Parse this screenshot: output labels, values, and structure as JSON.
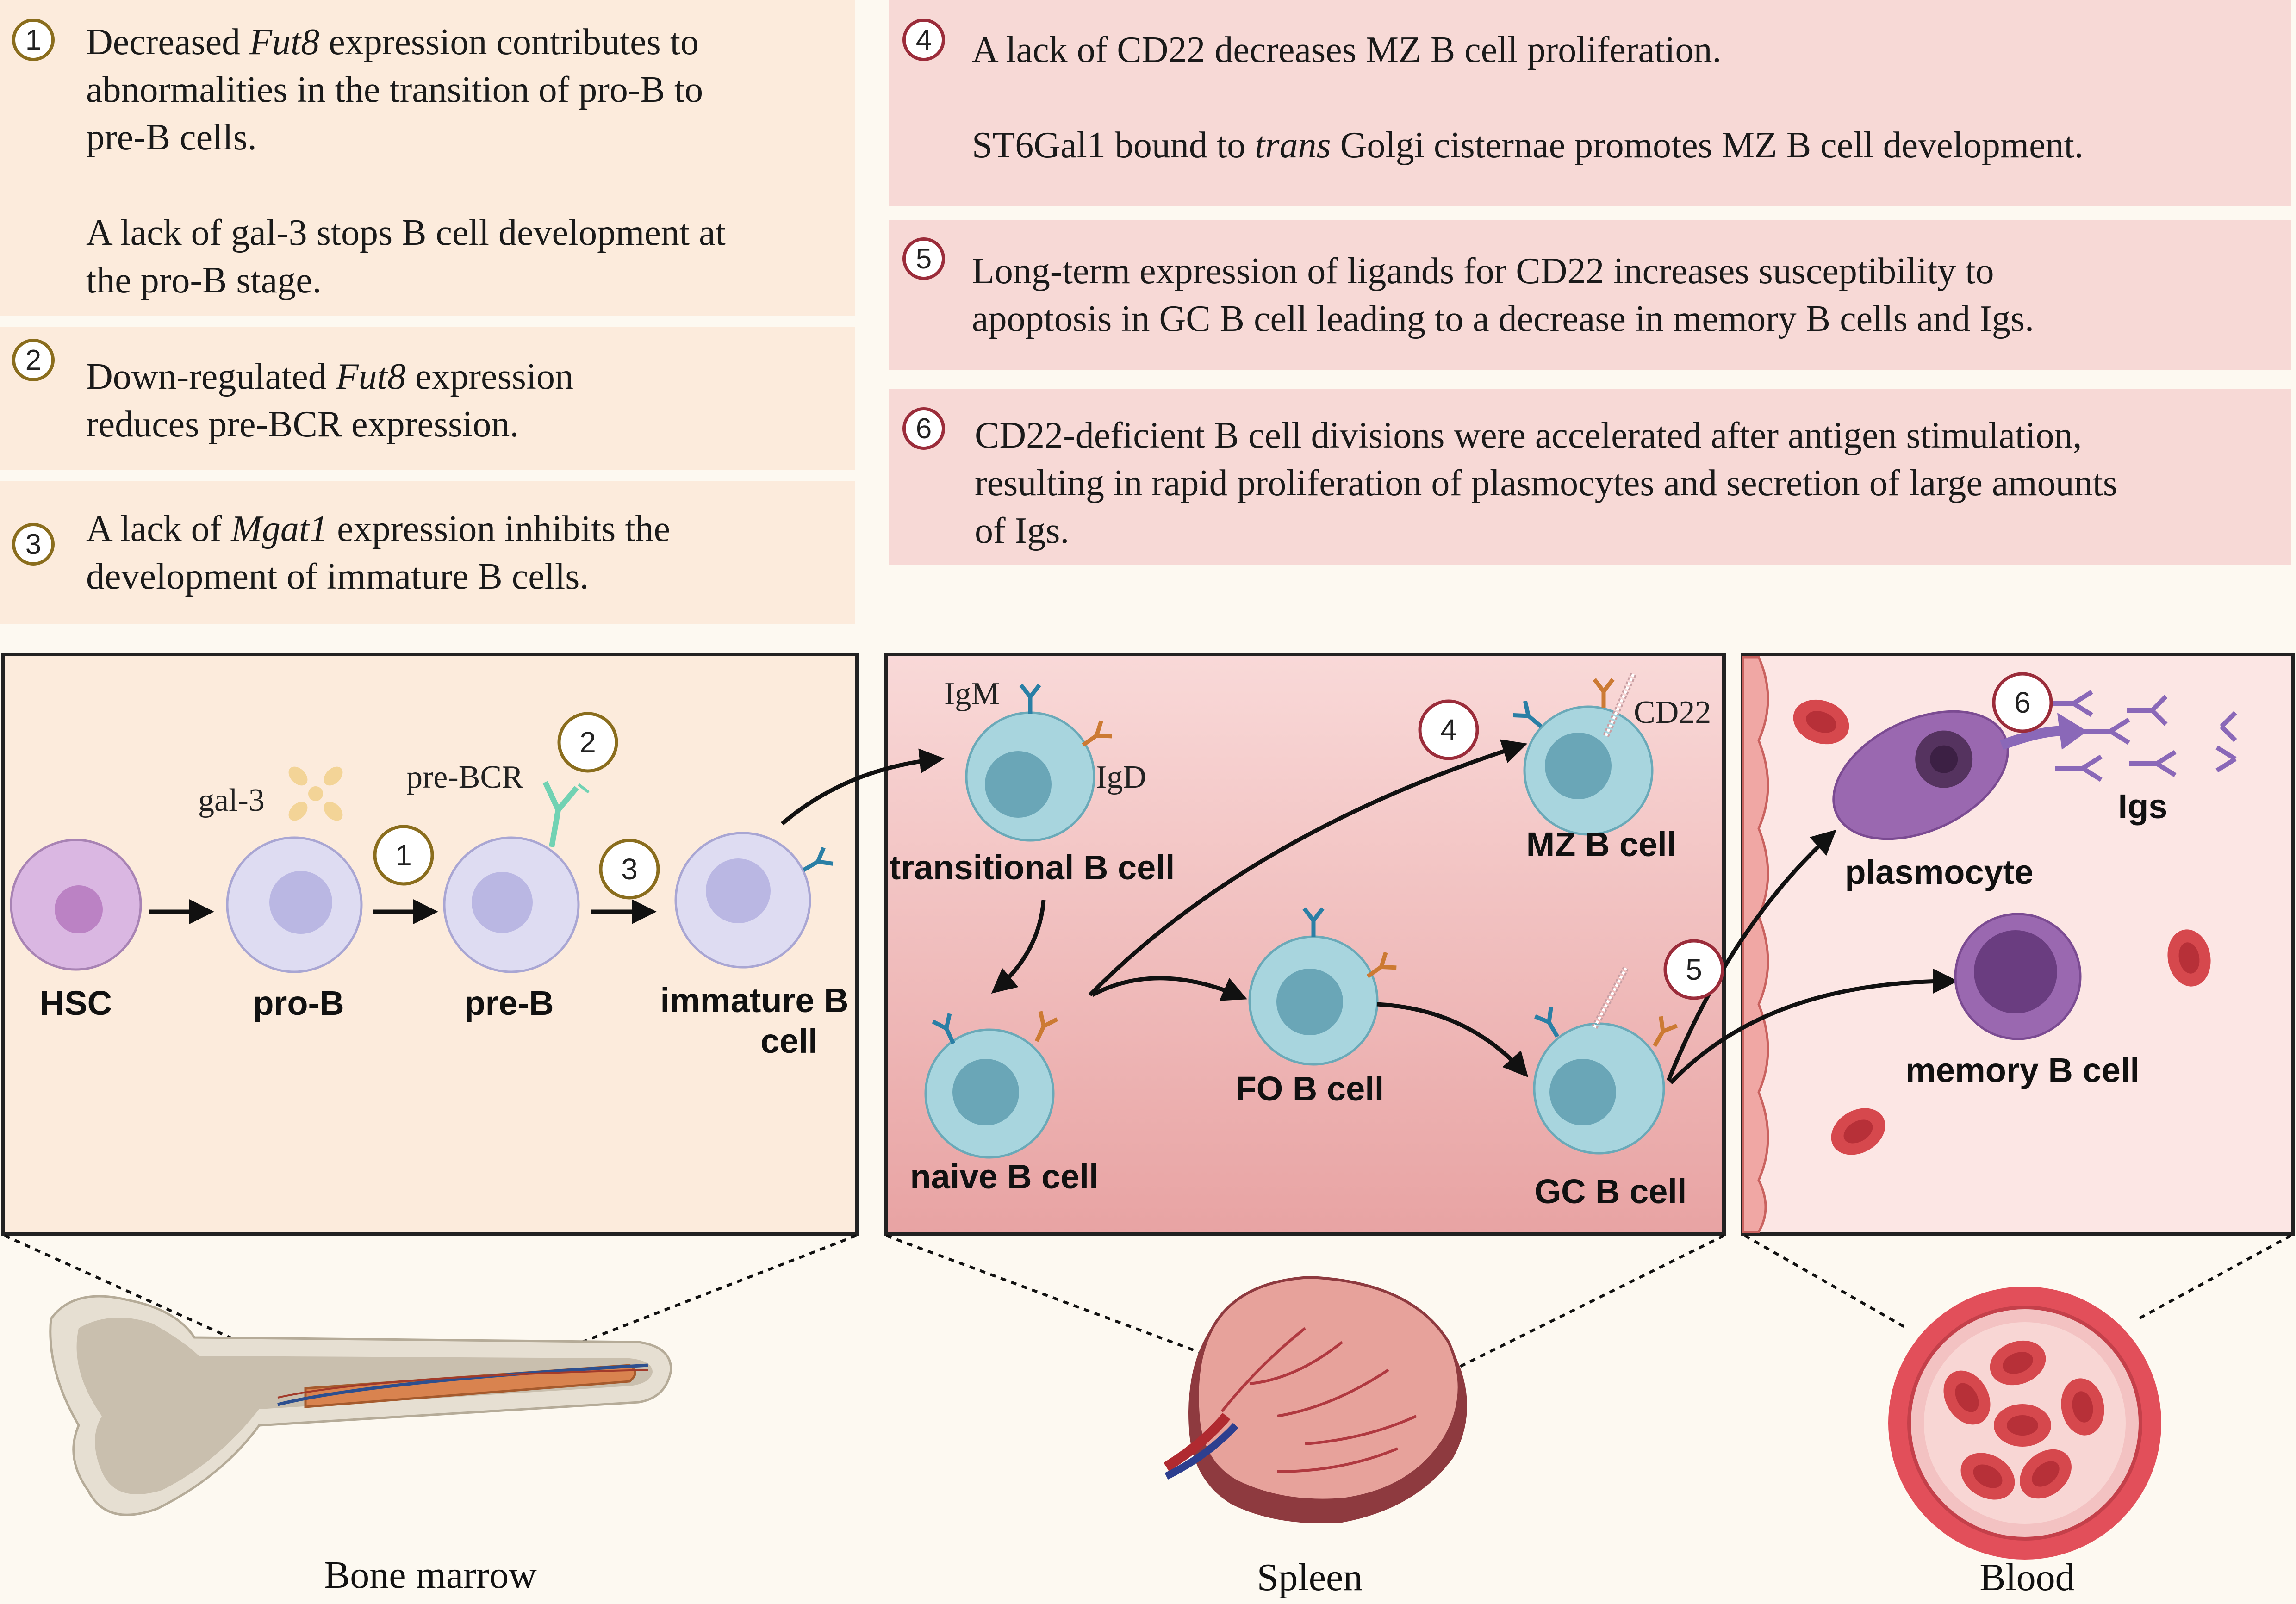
{
  "notes": {
    "n1": {
      "number": "1",
      "pre": "Decreased ",
      "gene": "Fut8",
      "post": " expression contributes to",
      "line2": "abnormalities in the transition of pro-B to",
      "line3": "pre-B cells.",
      "para2_line1": "A lack of gal-3 stops B cell development at",
      "para2_line2": "the pro-B stage."
    },
    "n2": {
      "number": "2",
      "pre": "Down-regulated ",
      "gene": "Fut8",
      "post": " expression",
      "line2": "reduces pre-BCR expression."
    },
    "n3": {
      "number": "3",
      "pre": "A lack of ",
      "gene": "Mgat1",
      "post": " expression inhibits the",
      "line2": "development of immature B cells."
    },
    "n4": {
      "number": "4",
      "line1": "A lack of CD22 decreases MZ B cell proliferation.",
      "para2_pre": "ST6Gal1 bound to ",
      "para2_em": "trans",
      "para2_post": " Golgi cisternae promotes MZ B cell development."
    },
    "n5": {
      "number": "5",
      "line1": "Long-term expression of ligands for CD22 increases susceptibility to",
      "line2": "apoptosis in GC B cell leading to a decrease in memory B cells and Igs."
    },
    "n6": {
      "number": "6",
      "line1": "CD22-deficient B cell divisions were accelerated after antigen stimulation,",
      "line2": "resulting in rapid proliferation of plasmocytes and secretion of large amounts",
      "line3": "of Igs."
    }
  },
  "cells": {
    "hsc": "HSC",
    "pro_b": "pro-B",
    "pre_b": "pre-B",
    "immature_b_line1": "immature B",
    "immature_b_line2": "cell",
    "transitional_b": "transitional B cell",
    "naive_b": "naive B cell",
    "fo_b": "FO B cell",
    "mz_b": "MZ B cell",
    "gc_b": "GC B cell",
    "plasmocyte": "plasmocyte",
    "memory_b": "memory B cell",
    "igs": "Igs"
  },
  "molecules": {
    "gal3": "gal-3",
    "pre_bcr": "pre-BCR",
    "igm": "IgM",
    "igd": "IgD",
    "cd22": "CD22"
  },
  "step_markers": [
    "1",
    "2",
    "3",
    "4",
    "5",
    "6"
  ],
  "places": {
    "bone_marrow": "Bone marrow",
    "spleen": "Spleen",
    "blood": "Blood"
  },
  "colors": {
    "bone_marrow_note": "#fcebdc",
    "spleen_note": "#f7d9d6",
    "gold_ring": "#8a6d1d",
    "red_ring": "#9b2c3a",
    "progenitor_cell": "#d5d3ef",
    "mature_cell": "#a8d5de",
    "plasma_cell": "#9a68b0",
    "igm_receptor": "#2a7fa5",
    "igd_receptor": "#cc7a33"
  }
}
